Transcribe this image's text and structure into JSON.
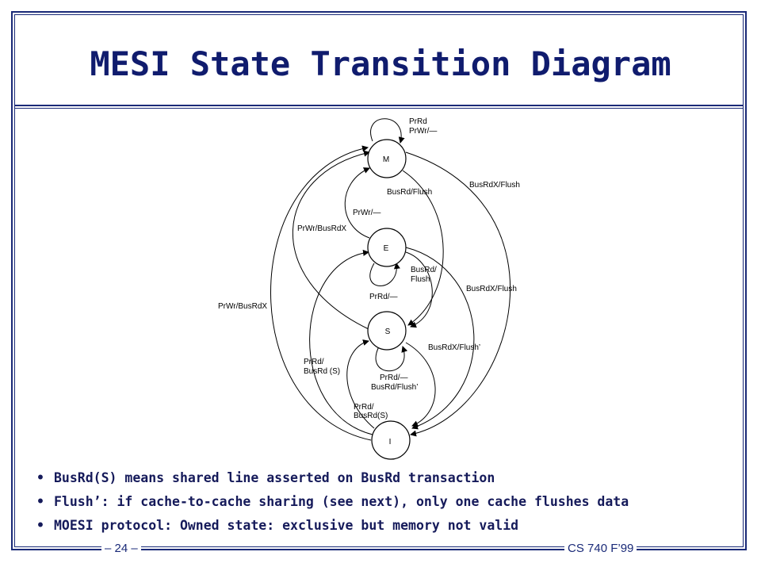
{
  "slide": {
    "title": "MESI State Transition Diagram",
    "footer_left": "– 24 –",
    "footer_right": "CS 740 F’99"
  },
  "diagram": {
    "states": [
      "M",
      "E",
      "S",
      "I"
    ],
    "edge_labels": {
      "m_self": "PrRd",
      "m_self2": "PrWr/—",
      "m_to_i": "BusRdX/Flush",
      "m_to_s": "BusRd/Flush",
      "e_to_m": "PrWr/—",
      "s_to_m": "PrWr/BusRdX",
      "e_to_s_1": "BusRd/",
      "e_to_s_2": "Flush",
      "e_self": "PrRd/—",
      "e_to_i": "BusRdX/Flush",
      "i_to_m": "PrWr/BusRdX",
      "i_to_e_1": "PrRd/",
      "i_to_e_2": "BusRd (S)",
      "s_to_i": "BusRdX/Flush’",
      "s_self_1": "PrRd/—",
      "s_self_2": "BusRd/Flush’",
      "i_to_s_1": "PrRd/",
      "i_to_s_2": "BusRd(S)"
    }
  },
  "bullets": [
    "BusRd(S) means shared line asserted on BusRd transaction",
    "Flush’: if cache-to-cache sharing (see next), only one cache flushes data",
    "MOESI protocol: Owned state: exclusive but memory not valid"
  ]
}
